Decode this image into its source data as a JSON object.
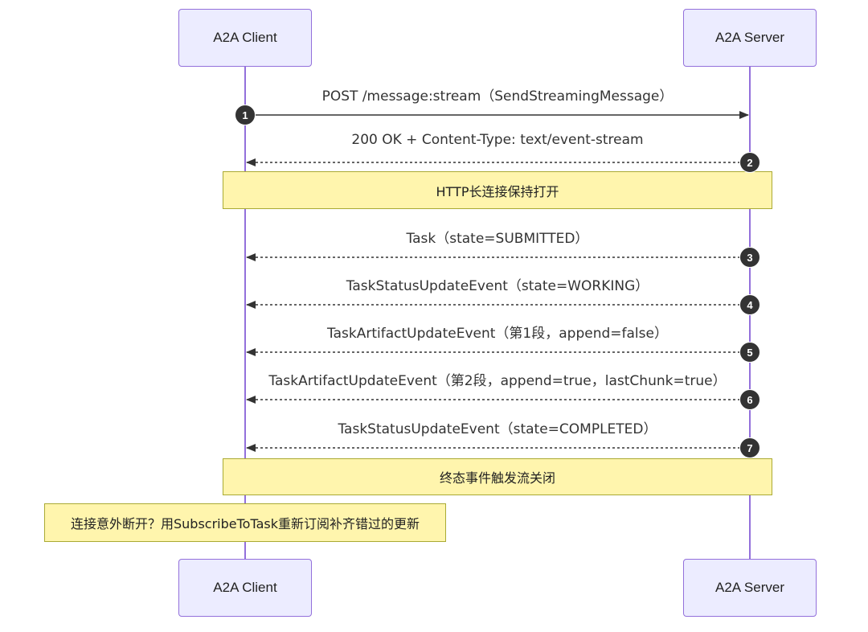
{
  "actors": {
    "client": "A2A Client",
    "server": "A2A Server"
  },
  "messages": [
    {
      "num": "1",
      "label": "POST /message:stream（SendStreamingMessage）",
      "direction": "client-to-server",
      "style": "solid"
    },
    {
      "num": "2",
      "label": "200 OK + Content-Type: text/event-stream",
      "direction": "server-to-client",
      "style": "dashed"
    },
    {
      "num": "3",
      "label": "Task（state=SUBMITTED）",
      "direction": "server-to-client",
      "style": "dashed"
    },
    {
      "num": "4",
      "label": "TaskStatusUpdateEvent（state=WORKING）",
      "direction": "server-to-client",
      "style": "dashed"
    },
    {
      "num": "5",
      "label": "TaskArtifactUpdateEvent（第1段，append=false）",
      "direction": "server-to-client",
      "style": "dashed"
    },
    {
      "num": "6",
      "label": "TaskArtifactUpdateEvent（第2段，append=true，lastChunk=true）",
      "direction": "server-to-client",
      "style": "dashed"
    },
    {
      "num": "7",
      "label": "TaskStatusUpdateEvent（state=COMPLETED）",
      "direction": "server-to-client",
      "style": "dashed"
    }
  ],
  "notes": {
    "keepalive": "HTTP长连接保持打开",
    "terminal": "终态事件触发流关闭",
    "reconnect": "连接意外断开？用SubscribeToTask重新订阅补齐错过的更新"
  },
  "colors": {
    "actor_fill": "#ececff",
    "actor_border": "#9370db",
    "lifeline": "#9370db",
    "note_fill": "#fff5ad",
    "note_border": "#aaaa33",
    "arrow": "#333333"
  }
}
